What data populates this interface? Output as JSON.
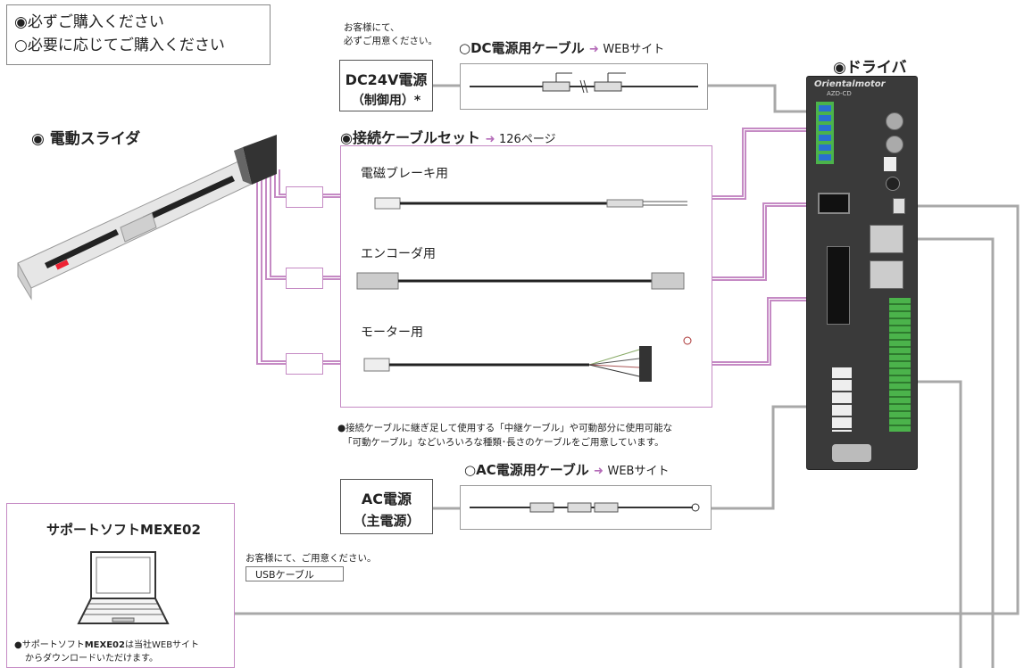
{
  "legend": {
    "line1": "◉必ずご購入ください",
    "line2": "○必要に応じてご購入ください"
  },
  "dc_power": {
    "customer_note": "お客様にて、\n必ずご用意ください。",
    "box_line1": "DC24V電源",
    "box_line2": "（制御用）*",
    "cable_title": "○DC電源用ケーブル",
    "cable_link": "WEBサイト"
  },
  "driver": {
    "title": "◉ドライバ",
    "brand": "Orientalmotor",
    "model": "AZD-CD"
  },
  "slider": {
    "title": "◉ 電動スライダ"
  },
  "cable_set": {
    "title": "◉接続ケーブルセット",
    "link": "126ページ",
    "items": [
      {
        "label": "電磁ブレーキ用"
      },
      {
        "label": "エンコーダ用"
      },
      {
        "label": "モーター用"
      }
    ],
    "note_line1": "●接続ケーブルに継ぎ足して使用する「中継ケーブル」や可動部分に使用可能な",
    "note_line2": "「可動ケーブル」などいろいろな種類･長さのケーブルをご用意しています。"
  },
  "ac_power": {
    "cable_title": "○AC電源用ケーブル",
    "cable_link": "WEBサイト",
    "box_line1": "AC電源",
    "box_line2": "（主電源）"
  },
  "software": {
    "title_prefix": "サポートソフト",
    "title_bold": "MEXE02",
    "note_prefix": "●サポートソフト",
    "note_bold": "MEXE02",
    "note_suffix": "は当社WEBサイト",
    "note_line2": "からダウンロードいただけます。"
  },
  "usb": {
    "customer_note": "お客様にて、ご用意ください。",
    "cable_label": "USBケーブル"
  },
  "colors": {
    "accent": "#b46bb8",
    "wire_gray": "#a0a0a0",
    "wire_purple": "#c58ac4"
  }
}
